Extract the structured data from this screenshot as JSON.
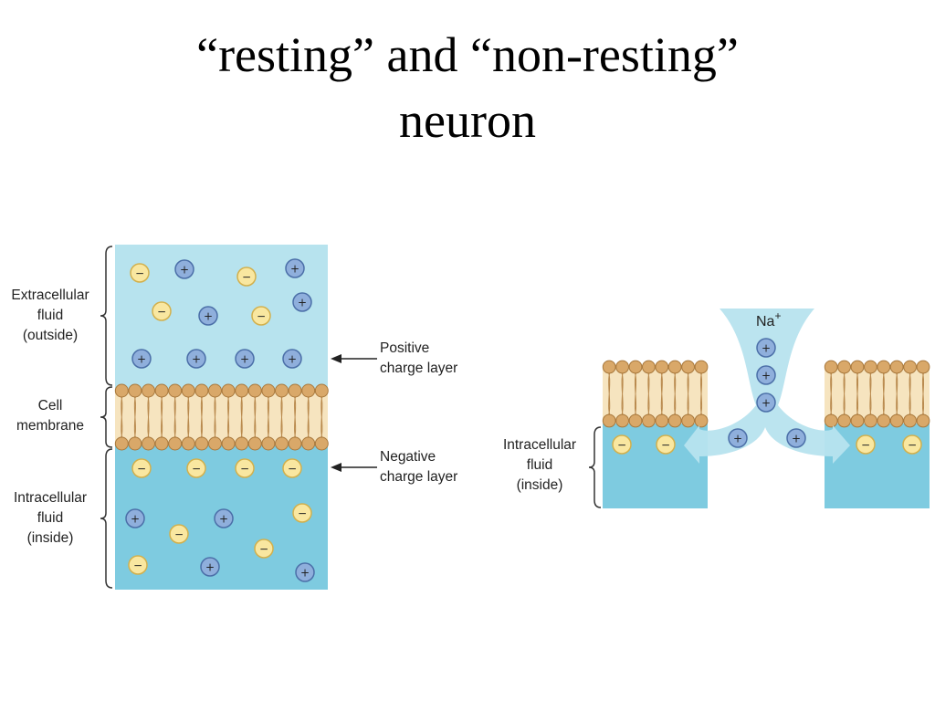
{
  "title": {
    "line1": "“resting” and “non-resting”",
    "line2": "neuron"
  },
  "resting_diagram": {
    "labels": {
      "extracellular": [
        "Extracellular",
        "fluid",
        "(outside)"
      ],
      "membrane": [
        "Cell",
        "membrane"
      ],
      "intracellular": [
        "Intracellular",
        "fluid",
        "(inside)"
      ],
      "positive_layer": [
        "Positive",
        "charge layer"
      ],
      "negative_layer": [
        "Negative",
        "charge layer"
      ]
    }
  },
  "nonresting_diagram": {
    "labels": {
      "intracellular": [
        "Intracellular",
        "fluid",
        "(inside)"
      ],
      "ion": "Na",
      "ion_charge": "+"
    }
  },
  "symbols": {
    "positive": "+",
    "negative": "−"
  },
  "colors": {
    "extracellular_fluid": "#B7E3EE",
    "intracellular_fluid": "#7ECBE0",
    "lipid_head": "#D9A869",
    "lipid_tail_band": "#F6E4BF",
    "positive_ion": "#8FAFDC",
    "negative_ion": "#F9E7A0"
  }
}
